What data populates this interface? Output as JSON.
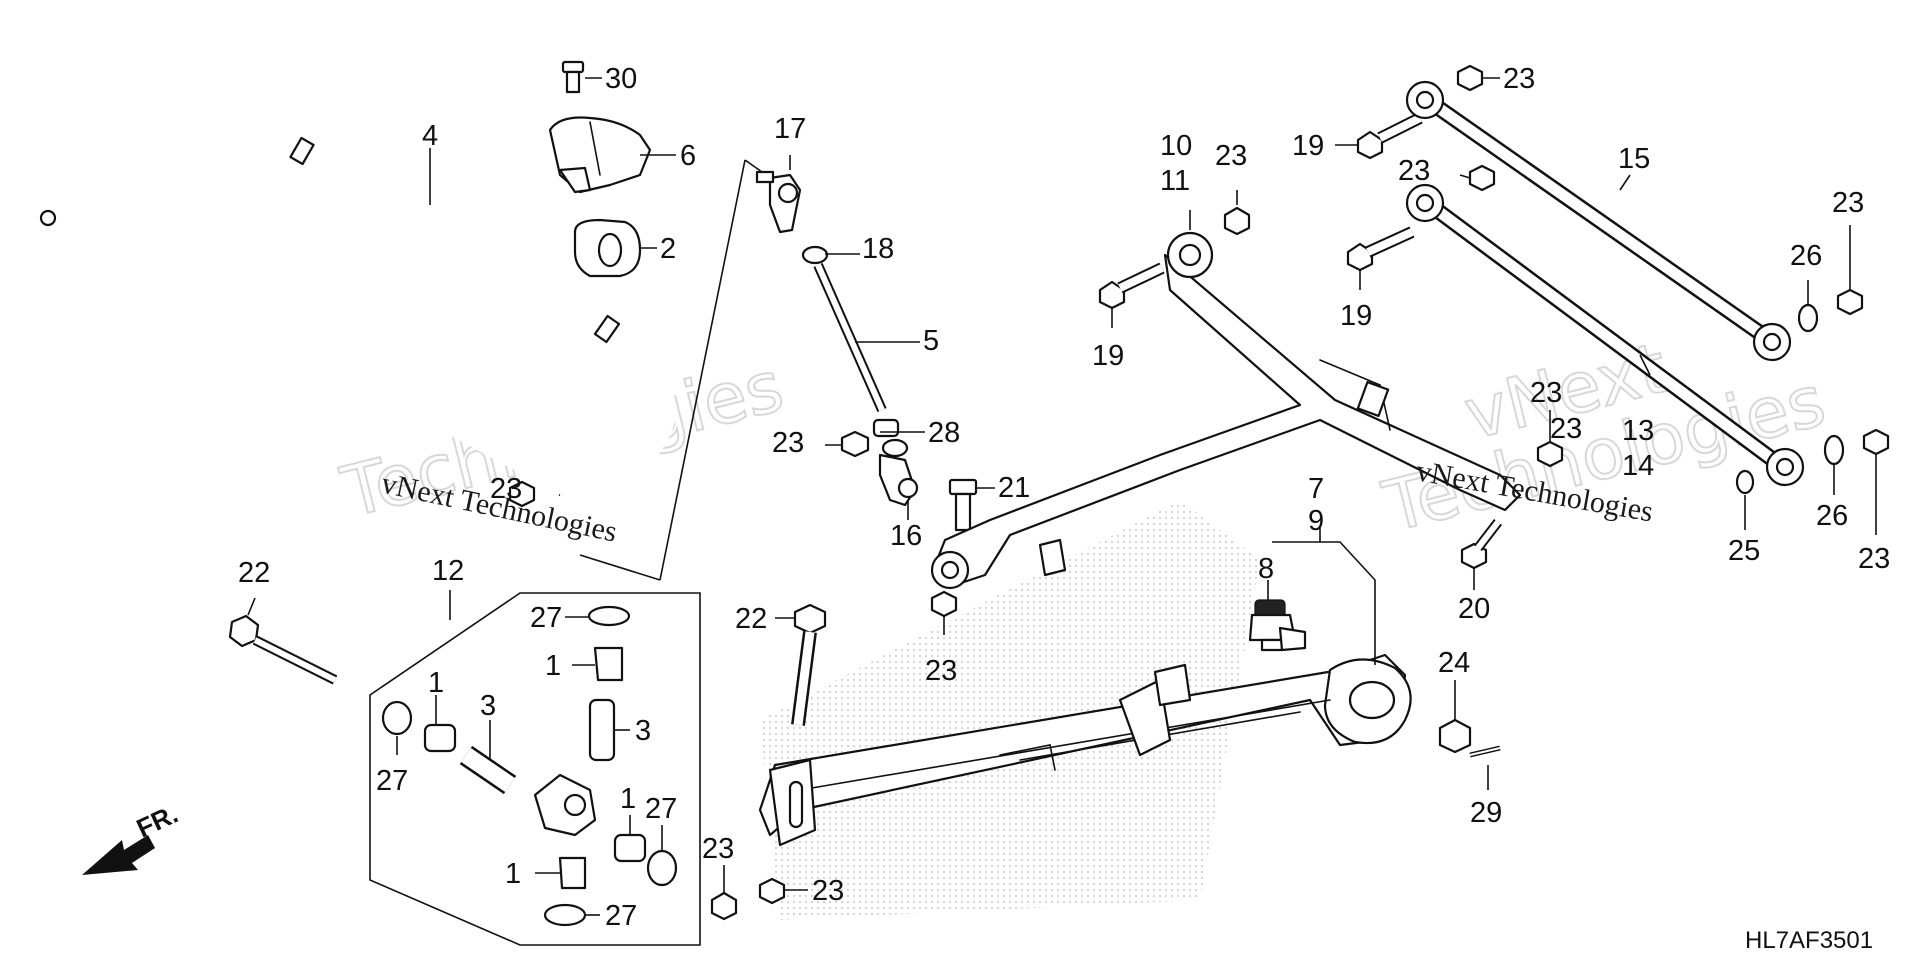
{
  "diagram": {
    "code": "HL7AF3501",
    "direction_label": "FR.",
    "watermark": {
      "line1": "vNext",
      "line2": "Technologies",
      "inline": "vNext Technologies"
    },
    "callouts": {
      "c1a": "1",
      "c1b": "1",
      "c1c": "1",
      "c1d": "1",
      "c2": "2",
      "c3a": "3",
      "c3b": "3",
      "c4": "4",
      "c5": "5",
      "c6": "6",
      "c7": "7",
      "c8": "8",
      "c9": "9",
      "c10": "10",
      "c11": "11",
      "c12": "12",
      "c13": "13",
      "c14": "14",
      "c15": "15",
      "c16": "16",
      "c17": "17",
      "c18": "18",
      "c19a": "19",
      "c19b": "19",
      "c19c": "19",
      "c20": "20",
      "c21": "21",
      "c22a": "22",
      "c22b": "22",
      "c23a": "23",
      "c23b": "23",
      "c23c": "23",
      "c23d": "23",
      "c23e": "23",
      "c23f": "23",
      "c23g": "23",
      "c23h": "23",
      "c23i": "23",
      "c23j": "23",
      "c23k": "23",
      "c23l": "23",
      "c24": "24",
      "c25": "25",
      "c26a": "26",
      "c26b": "26",
      "c27a": "27",
      "c27b": "27",
      "c27c": "27",
      "c27d": "27",
      "c28": "28",
      "c29": "29",
      "c30": "30"
    }
  }
}
